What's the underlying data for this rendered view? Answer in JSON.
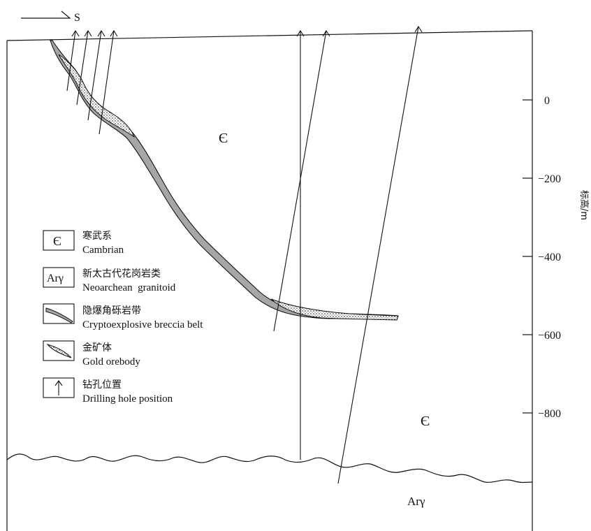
{
  "direction": {
    "label": "S"
  },
  "symbols": {
    "cambrian": "Є",
    "argamma": "Arγ"
  },
  "elevation_axis": {
    "title": "标高/m",
    "ticks": [
      "0",
      "−200",
      "−400",
      "−600",
      "−800"
    ]
  },
  "legend": [
    {
      "cn": "寒武系",
      "en": "Cambrian",
      "symbol": "Є"
    },
    {
      "cn": "新太古代花岗岩类",
      "en": "Neoarchean  granitoid",
      "symbol": "Arγ"
    },
    {
      "cn": "隐爆角砾岩带",
      "en": "Cryptoexplosive breccia belt"
    },
    {
      "cn": "金矿体",
      "en": "Gold orebody"
    },
    {
      "cn": "钻孔位置",
      "en": "Drilling hole position"
    }
  ],
  "colors": {
    "line": "#111111",
    "breccia_fill": "#a6a6a6",
    "background": "#ffffff"
  }
}
